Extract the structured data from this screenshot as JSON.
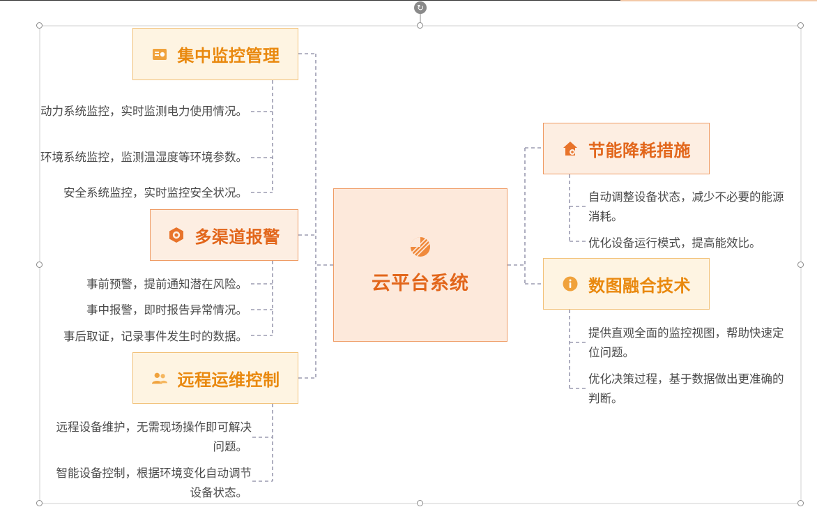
{
  "center": {
    "title": "云平台系统",
    "icon": "pie-chart-icon"
  },
  "left_branches": [
    {
      "title": "集中监控管理",
      "icon": "monitor-list-icon",
      "leaves": [
        [
          "动力系统监控，实时监测电力使用情况。"
        ],
        [
          "环境系统监控，监测温湿度等环境参数。"
        ],
        [
          "安全系统监控，实时监控安全状况。"
        ]
      ]
    },
    {
      "title": "多渠道报警",
      "icon": "hexagon-alert-icon",
      "leaves": [
        [
          "事前预警，提前通知潜在风险。"
        ],
        [
          "事中报警，即时报告异常情况。"
        ],
        [
          "事后取证，记录事件发生时的数据。"
        ]
      ]
    },
    {
      "title": "远程运维控制",
      "icon": "users-icon",
      "leaves": [
        [
          "远程设备维护，无需现场操作即可解决",
          "问题。"
        ],
        [
          "智能设备控制，根据环境变化自动调节",
          "设备状态。"
        ]
      ]
    }
  ],
  "right_branches": [
    {
      "title": "节能降耗措施",
      "icon": "home-energy-icon",
      "leaves": [
        [
          "自动调整设备状态，减少不必要的能源",
          "消耗。"
        ],
        [
          "优化设备运行模式，提高能效比。"
        ]
      ]
    },
    {
      "title": "数图融合技术",
      "icon": "info-icon",
      "leaves": [
        [
          "提供直观全面的监控视图，帮助快速定",
          "位问题。"
        ],
        [
          "优化决策过程，基于数据做出更准确的",
          "判断。"
        ]
      ]
    }
  ],
  "colors": {
    "orange_light_fill": "#fef4e2",
    "orange_light_border": "#f2c27a",
    "orange_light_text": "#e9890f",
    "orange_deep_fill": "#fdeee2",
    "orange_deep_border": "#ef9b64",
    "orange_deep_text": "#e2661b",
    "connector": "#9b9bb0",
    "leaf_text": "#4b4b4b"
  }
}
